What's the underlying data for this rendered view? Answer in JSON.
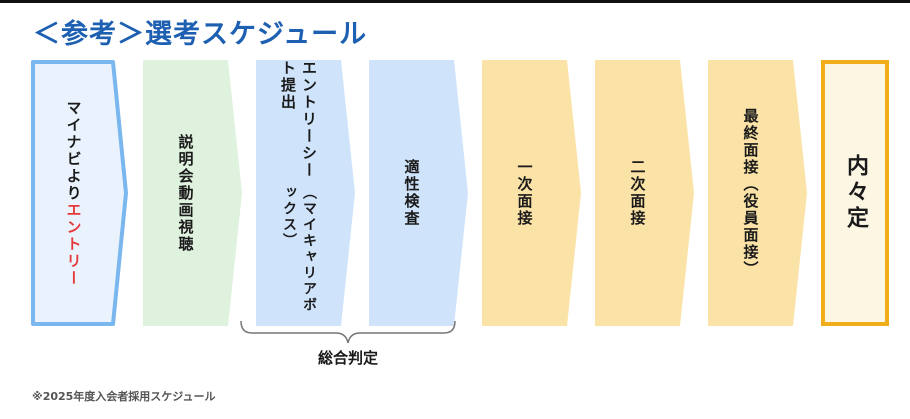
{
  "title": "＜参考＞選考スケジュール",
  "steps": [
    {
      "text": "マイナビより",
      "accent": "エントリー",
      "fill": "#eaf3fd",
      "stroke": "#7ab7ef"
    },
    {
      "text": "説明会動画視聴",
      "fill": "#dff2dd"
    },
    {
      "line1": "エントリーシート提出",
      "line2": "（マイキャリアボックス）",
      "fill": "#cfe4fb"
    },
    {
      "text": "適性検査",
      "fill": "#cfe4fb"
    },
    {
      "text": "一次面接",
      "fill": "#fbe3a8"
    },
    {
      "text": "二次面接",
      "fill": "#fbe3a8"
    },
    {
      "text": "最終面接（役員面接）",
      "fill": "#fbe3a8"
    },
    {
      "text": "内々定",
      "fill": "#fdf6e3",
      "stroke": "#f2ae1a"
    }
  ],
  "group_label": "総合判定",
  "footnote": "※2025年度入会者採用スケジュール",
  "colors": {
    "title": "#1d5fb0",
    "accent_text": "#e63a3a",
    "bracket": "#777777"
  }
}
